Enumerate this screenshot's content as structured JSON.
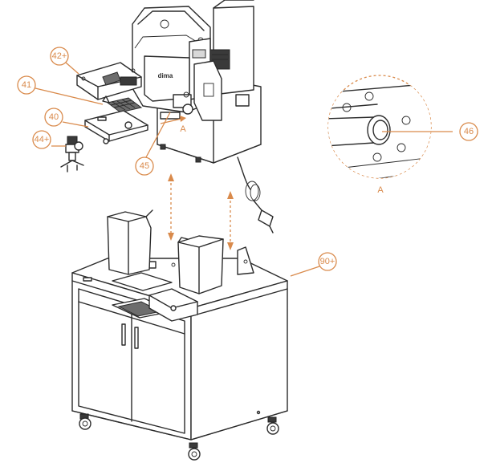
{
  "callouts": {
    "c42": "42+",
    "c41": "41",
    "c40": "40",
    "c44": "44+",
    "c45": "45",
    "c46": "46",
    "c90": "90+"
  },
  "detail_letter_small": "A",
  "detail_letter_large": "A",
  "brand_mark": "dima",
  "colors": {
    "accent": "#d98a4b",
    "line": "#2b2b2b"
  }
}
